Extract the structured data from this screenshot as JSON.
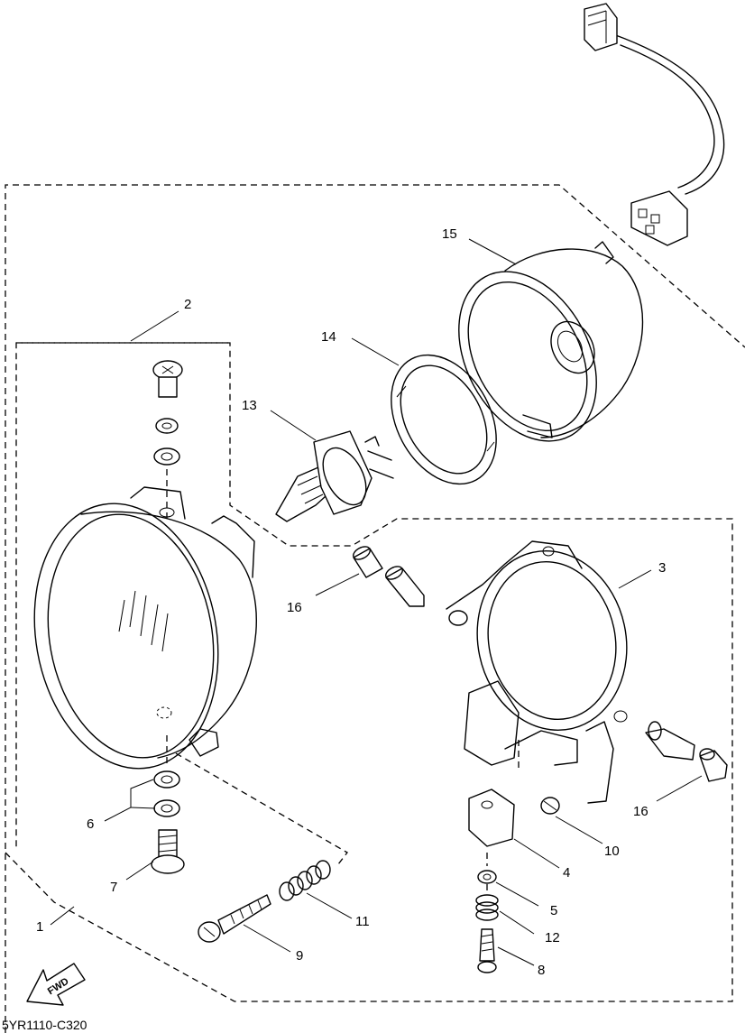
{
  "drawing_code": "5YR1110-C320",
  "direction_label": "FWD",
  "callouts": [
    {
      "id": "1",
      "label": "1"
    },
    {
      "id": "2",
      "label": "2"
    },
    {
      "id": "3",
      "label": "3"
    },
    {
      "id": "4",
      "label": "4"
    },
    {
      "id": "5",
      "label": "5"
    },
    {
      "id": "6",
      "label": "6"
    },
    {
      "id": "7",
      "label": "7"
    },
    {
      "id": "8",
      "label": "8"
    },
    {
      "id": "9",
      "label": "9"
    },
    {
      "id": "10",
      "label": "10"
    },
    {
      "id": "11",
      "label": "11"
    },
    {
      "id": "12",
      "label": "12"
    },
    {
      "id": "13",
      "label": "13"
    },
    {
      "id": "14",
      "label": "14"
    },
    {
      "id": "15",
      "label": "15"
    },
    {
      "id": "16a",
      "label": "16"
    },
    {
      "id": "16b",
      "label": "16"
    }
  ]
}
